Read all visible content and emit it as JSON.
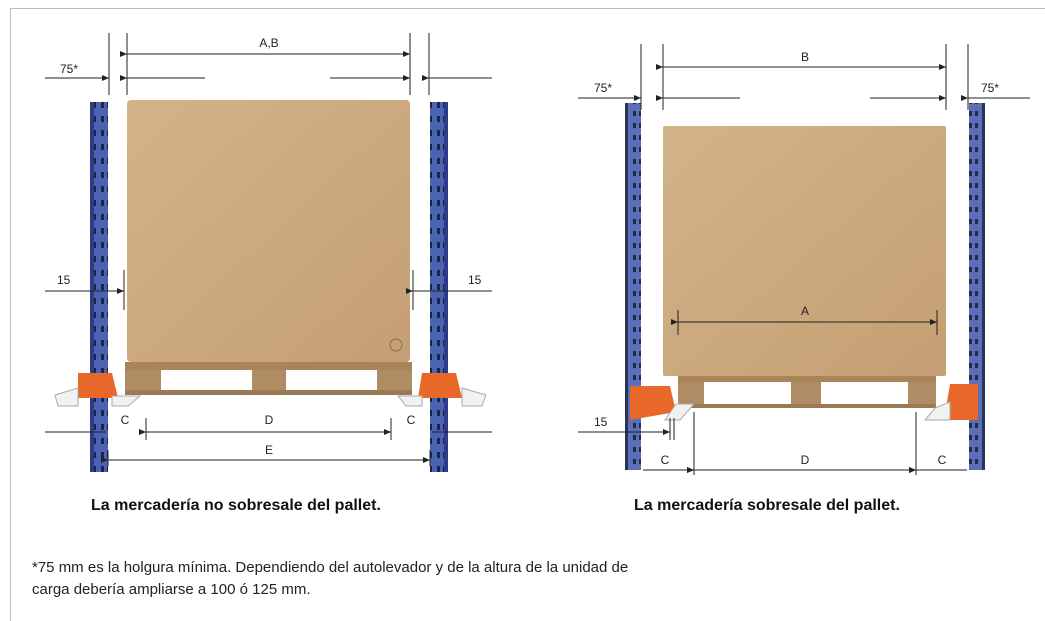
{
  "figure_left": {
    "clearance_label_left": "75*",
    "top_dimension": "A,B",
    "gap_label_left": "15",
    "gap_label_right": "15",
    "c_label_left": "C",
    "c_label_right": "C",
    "d_label": "D",
    "e_label": "E",
    "caption": "La mercadería no sobresale del pallet."
  },
  "figure_right": {
    "clearance_label_left": "75*",
    "clearance_label_right": "75*",
    "top_dimension": "B",
    "a_label": "A",
    "gap_label": "15",
    "c_label_left": "C",
    "c_label_right": "C",
    "d_label": "D",
    "caption": "La mercadería sobresale del pallet."
  },
  "footnote": {
    "line1": "*75 mm es la holgura mínima. Dependiendo del autolevador y de la altura de la unidad de",
    "line2": "carga debería ampliarse a 100 ó 125 mm."
  },
  "colors": {
    "upright_blue": "#3f58a8",
    "upright_dark": "#2c3760",
    "bracket_orange": "#e8682a",
    "cardboard": "#c9a67c",
    "pallet_wood": "#b08c64"
  }
}
